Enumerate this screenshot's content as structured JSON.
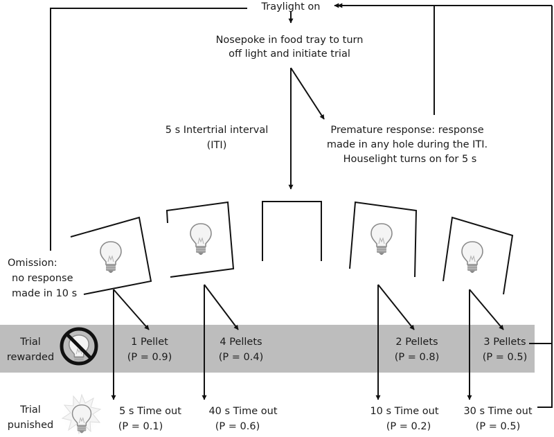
{
  "colors": {
    "reward_band": "#bdbdbd",
    "line": "#111111",
    "text": "#1a1a1a",
    "bulb_glass": "#f4f4f4",
    "bulb_base": "#9a9a9a",
    "glow": "#f2f2f2"
  },
  "icons": {
    "crossed_bulb": "no-light-icon",
    "lit_bulb": "light-bulb-glowing-icon",
    "hole_bulb": "light-bulb-icon"
  },
  "top": {
    "traylight": "Traylight on",
    "nosepoke_line1": "Nosepoke in food tray to turn",
    "nosepoke_line2": "off light and initiate trial"
  },
  "iti": {
    "line1": "5 s Intertrial interval",
    "line2": "(ITI)"
  },
  "premature": {
    "line1": "Premature response: response",
    "line2": "made in any hole during the ITI.",
    "line3": "Houselight turns on for 5 s"
  },
  "omission": {
    "line1": "Omission:",
    "line2": "no response",
    "line3": "made in 10 s"
  },
  "rows": {
    "rewarded_line1": "Trial",
    "rewarded_line2": "rewarded",
    "punished_line1": "Trial",
    "punished_line2": "punished"
  },
  "holes": [
    {
      "reward": "1 Pellet",
      "reward_p": "(P = 0.9)",
      "timeout": "5 s Time out",
      "timeout_p": "(P = 0.1)"
    },
    {
      "reward": "4 Pellets",
      "reward_p": "(P = 0.4)",
      "timeout": "40 s Time out",
      "timeout_p": "(P = 0.6)"
    },
    {
      "reward": "2 Pellets",
      "reward_p": "(P = 0.8)",
      "timeout": "10 s Time out",
      "timeout_p": "(P = 0.2)"
    },
    {
      "reward": "3 Pellets",
      "reward_p": "(P = 0.5)",
      "timeout": "30 s Time out",
      "timeout_p": "(P = 0.5)"
    }
  ]
}
